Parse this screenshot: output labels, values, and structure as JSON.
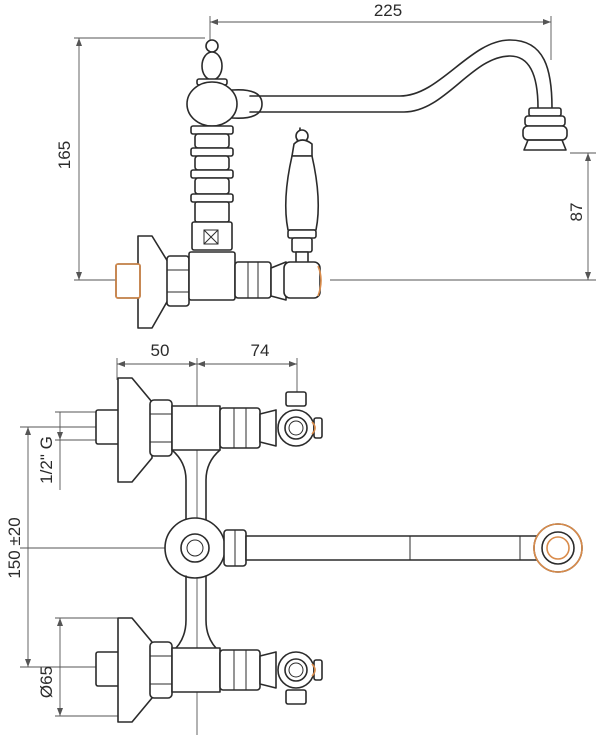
{
  "dimensions": {
    "top_width": "225",
    "top_height": "165",
    "spout_height": "87",
    "offset_a": "50",
    "offset_b": "74",
    "centers": "150 ±20",
    "thread": "1/2\" G",
    "diameter": "Ø65"
  },
  "colors": {
    "line": "#2b2b2b",
    "accent": "#d98b4a",
    "background": "#ffffff"
  }
}
